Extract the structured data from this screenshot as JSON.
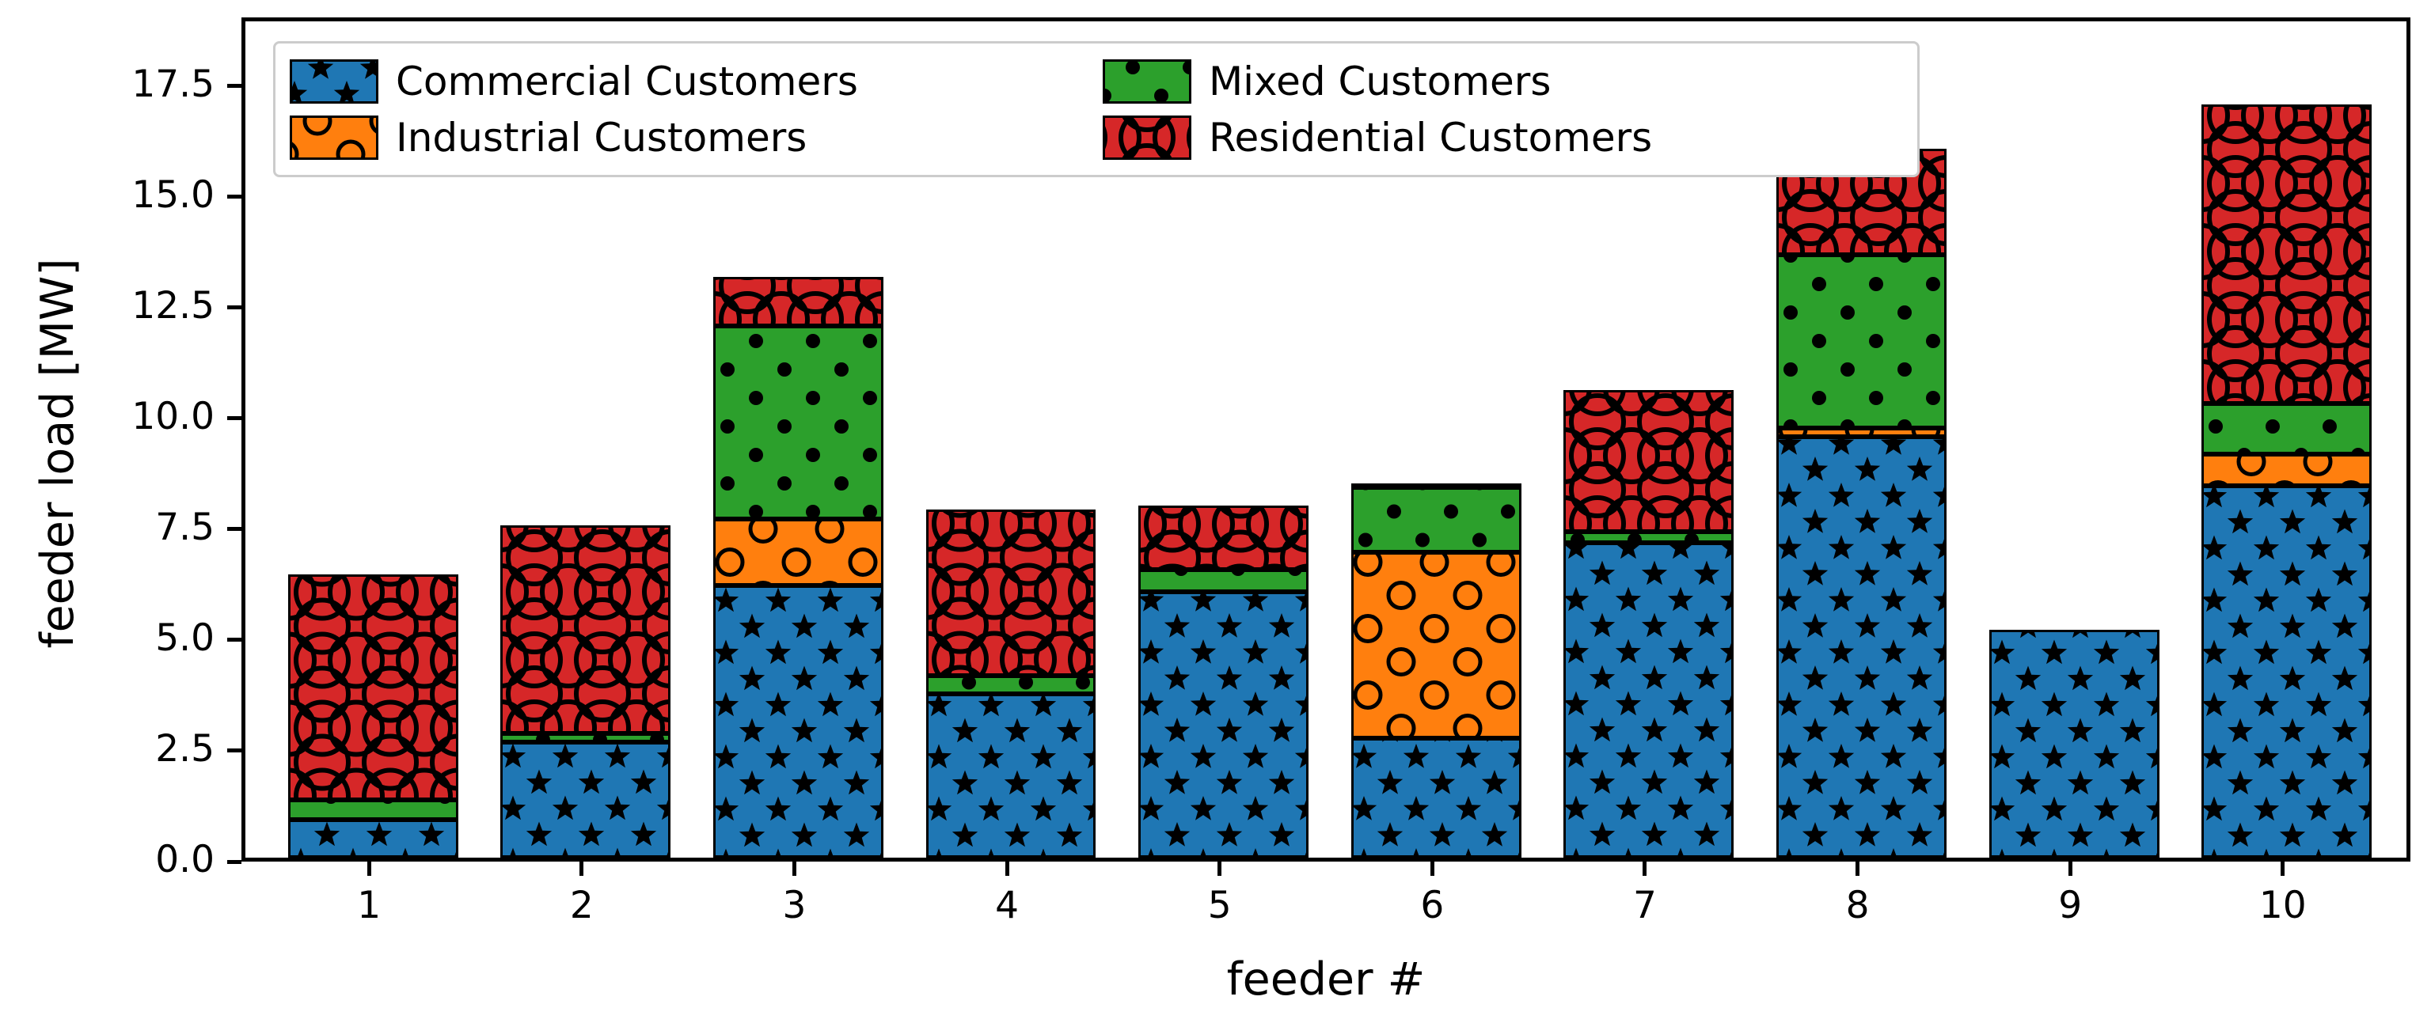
{
  "chart_data": {
    "type": "bar",
    "subtype": "stacked-bar",
    "title": "",
    "xlabel": "feeder #",
    "ylabel": "feeder load [MW]",
    "categories": [
      "1",
      "2",
      "3",
      "4",
      "5",
      "6",
      "7",
      "8",
      "9",
      "10"
    ],
    "xtick_labels": [
      "1",
      "2",
      "3",
      "4",
      "5",
      "6",
      "7",
      "8",
      "9",
      "10"
    ],
    "ytick_labels": [
      "0.0",
      "2.5",
      "5.0",
      "7.5",
      "10.0",
      "12.5",
      "15.0",
      "17.5"
    ],
    "ytick_values": [
      0.0,
      2.5,
      5.0,
      7.5,
      10.0,
      12.5,
      15.0,
      17.5
    ],
    "ylim": [
      0.0,
      19.05
    ],
    "xlim": [
      0.4,
      10.6
    ],
    "grid": false,
    "legend_position": "upper left",
    "legend_ncol": 2,
    "stacked": true,
    "series": [
      {
        "name": "Commercial Customers",
        "color": "#1f77b4",
        "hatch": "stars",
        "values": [
          0.85,
          2.6,
          6.15,
          3.7,
          6.0,
          2.7,
          7.1,
          9.5,
          5.15,
          8.4
        ]
      },
      {
        "name": "Industrial Customers",
        "color": "#ff7f0e",
        "hatch": "open-circles",
        "values": [
          0.0,
          0.0,
          1.5,
          0.0,
          0.0,
          4.2,
          0.0,
          0.2,
          0.0,
          0.7
        ]
      },
      {
        "name": "Mixed Customers",
        "color": "#2ca02c",
        "hatch": "dots",
        "values": [
          0.45,
          0.2,
          4.35,
          0.4,
          0.5,
          1.45,
          0.25,
          3.9,
          0.0,
          1.15
        ]
      },
      {
        "name": "Residential Customers",
        "color": "#d62728",
        "hatch": "large-circles",
        "values": [
          5.1,
          4.7,
          1.1,
          3.75,
          1.45,
          0.1,
          3.2,
          2.4,
          0.0,
          6.75
        ]
      }
    ],
    "totals": [
      6.4,
      7.5,
      13.1,
      7.85,
      7.95,
      8.45,
      10.55,
      16.0,
      5.15,
      17.0
    ]
  },
  "legend": {
    "entries": [
      {
        "label": "Commercial Customers"
      },
      {
        "label": "Mixed Customers"
      },
      {
        "label": "Industrial Customers"
      },
      {
        "label": "Residential Customers"
      }
    ]
  },
  "colors": {
    "commercial": "#1f77b4",
    "industrial": "#ff7f0e",
    "mixed": "#2ca02c",
    "residential": "#d62728",
    "axis": "#000000",
    "background": "#ffffff",
    "legend_border": "#cccccc"
  }
}
